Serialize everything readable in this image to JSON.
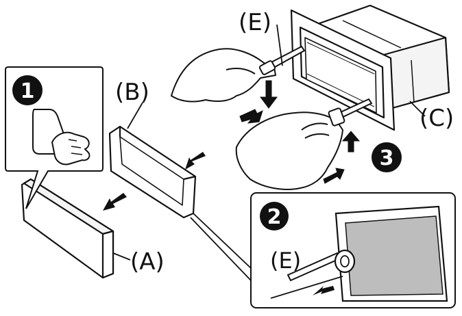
{
  "labels": {
    "A": "(A)",
    "B": "(B)",
    "C": "(C)",
    "E_top": "(E)",
    "E_inset": "(E)"
  },
  "steps": {
    "one": "1",
    "two": "2",
    "three": "3"
  }
}
